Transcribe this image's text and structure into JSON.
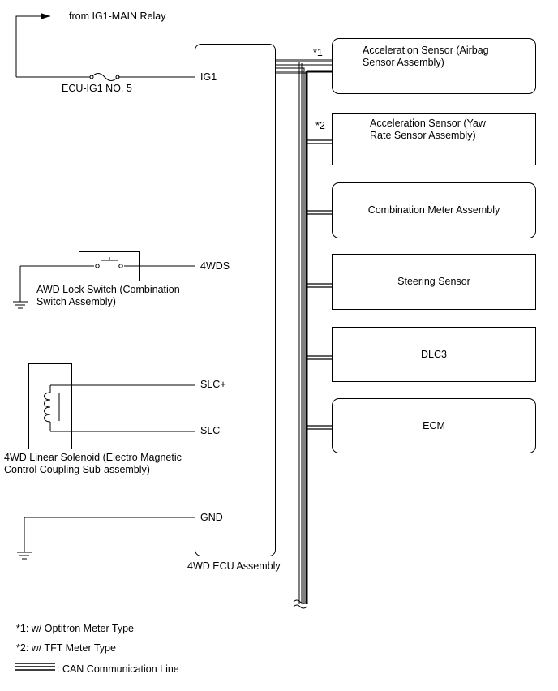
{
  "power": {
    "source": "from IG1-MAIN Relay",
    "fuse": "ECU-IG1 NO. 5"
  },
  "ecu": {
    "name": "4WD ECU Assembly",
    "pins": {
      "ig1": "IG1",
      "wds": "4WDS",
      "slc_plus": "SLC+",
      "slc_minus": "SLC-",
      "gnd": "GND"
    }
  },
  "switch": {
    "name": "AWD Lock Switch (Combination\nSwitch Assembly)"
  },
  "solenoid": {
    "name": "4WD Linear Solenoid (Electro Magnetic\nControl Coupling Sub-assembly)"
  },
  "can_components": [
    {
      "name": "Acceleration Sensor (Airbag\nSensor Assembly)",
      "note": "*1"
    },
    {
      "name": "Acceleration Sensor (Yaw\nRate Sensor Assembly)",
      "note": "*2"
    },
    {
      "name": "Combination Meter Assembly",
      "note": ""
    },
    {
      "name": "Steering Sensor",
      "note": ""
    },
    {
      "name": "DLC3",
      "note": ""
    },
    {
      "name": "ECM",
      "note": ""
    }
  ],
  "legend": {
    "note1": "*1: w/ Optitron Meter Type",
    "note2": "*2: w/ TFT Meter Type",
    "can_line": ": CAN Communication Line"
  }
}
